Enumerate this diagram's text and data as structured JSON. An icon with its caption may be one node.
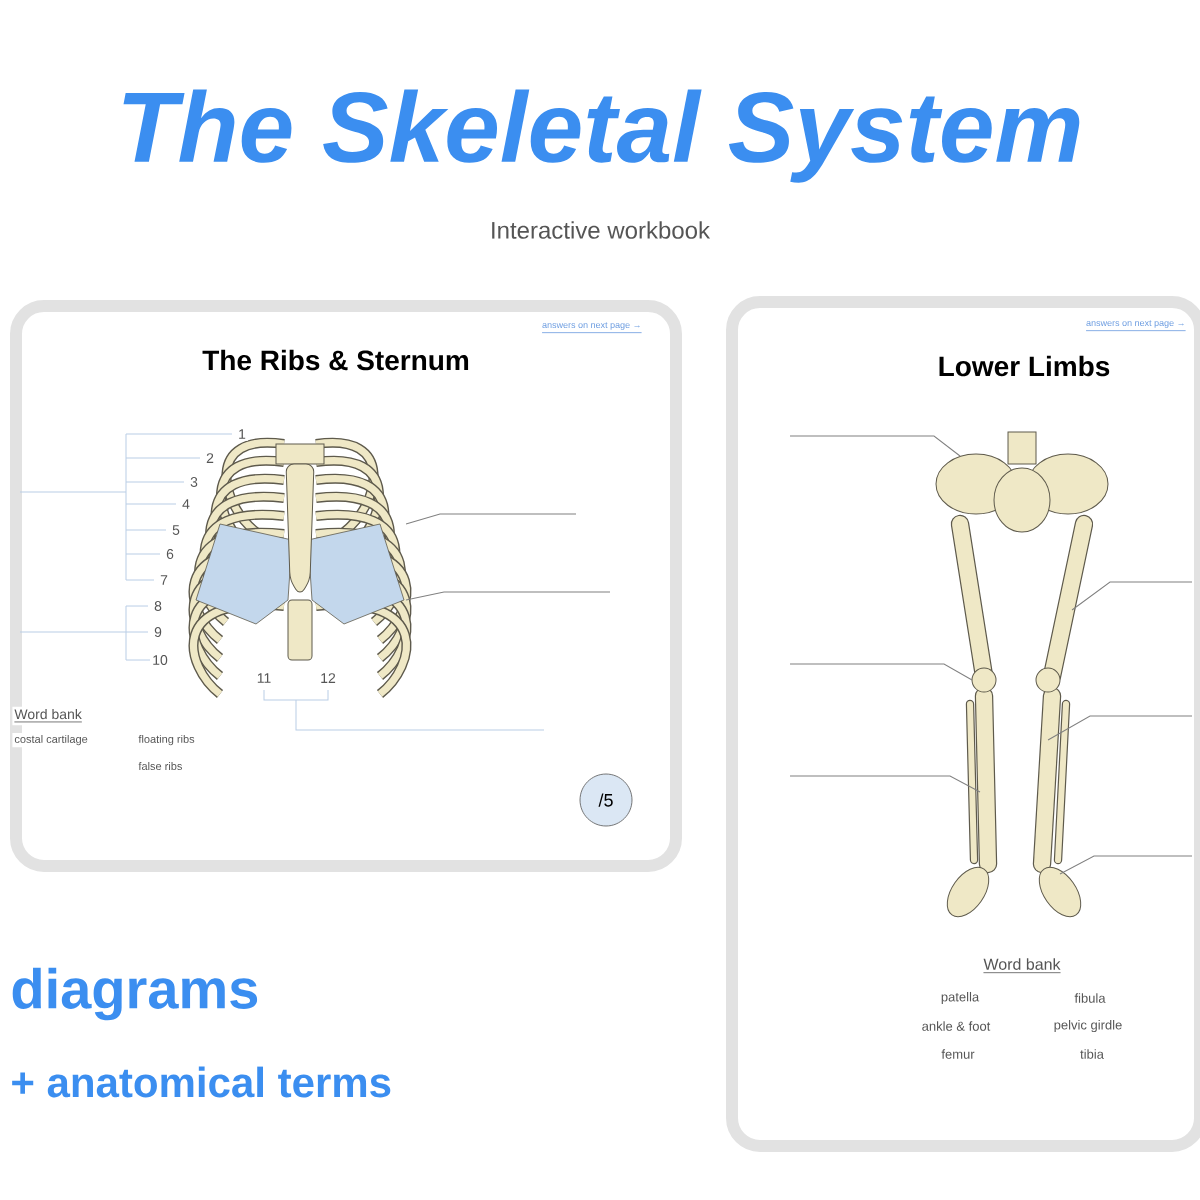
{
  "diagram": {
    "title": "The Skeletal System",
    "nodes": [
      {
        "text": [
          "The Ribs & Sternum"
        ]
      },
      {
        "text": [
          "/5"
        ],
        "in": 0
      },
      {
        "text": [
          "Lower Limbs"
        ]
      }
    ],
    "labels": [
      "Interactive workbook",
      "answers on next page →",
      "answers on next page →",
      "1",
      "2",
      "3",
      "4",
      "5",
      "6",
      "7",
      "8",
      "9",
      "10",
      "11",
      "12",
      "Word bank",
      "costal cartilage",
      "floating ribs",
      "false ribs",
      "Word bank",
      "patella",
      "fibula",
      "ankle & foot",
      "pelvic girdle",
      "femur",
      "tibia",
      "diagrams",
      "+ anatomical terms"
    ]
  }
}
